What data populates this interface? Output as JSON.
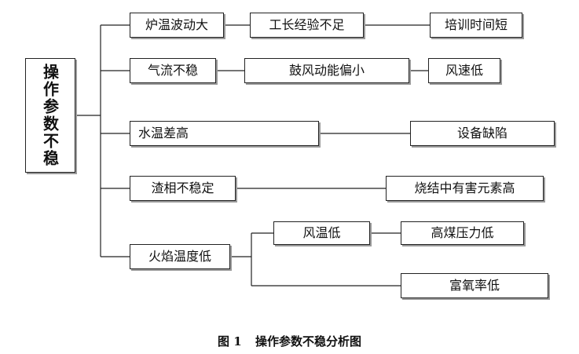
{
  "root": {
    "label": "操作参数不稳"
  },
  "branches": [
    {
      "cause": "炉温波动大",
      "mid": "工长经验不足",
      "leaf": "培训时间短"
    },
    {
      "cause": "气流不稳",
      "mid": "鼓风动能偏小",
      "leaf": "风速低"
    },
    {
      "cause": "水温差高",
      "leaf": "设备缺陷"
    },
    {
      "cause": "渣相不稳定",
      "leaf": "烧结中有害元素高"
    },
    {
      "cause": "火焰温度低",
      "sub": [
        {
          "mid": "风温低",
          "leaf": "高煤压力低"
        },
        {
          "leaf": "富氧率低"
        }
      ]
    }
  ],
  "caption": {
    "fig": "图 1",
    "title": "操作参数不稳分析图"
  },
  "colors": {
    "line": "#222222",
    "shadow": "#9a9a9a",
    "background": "#ffffff"
  }
}
